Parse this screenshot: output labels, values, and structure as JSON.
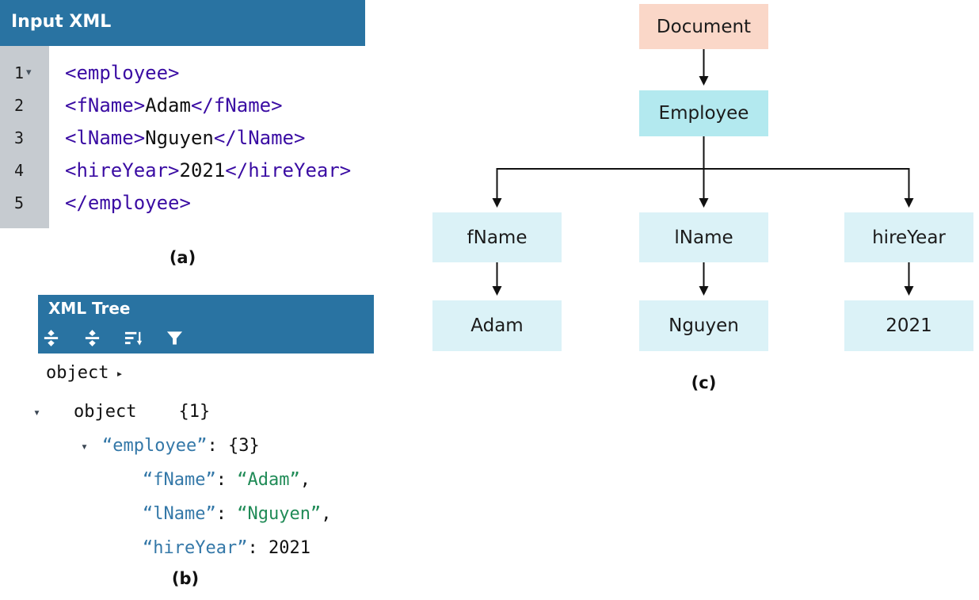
{
  "panel_a": {
    "title": "Input XML",
    "label": "(a)",
    "code_lines": [
      {
        "num": "1",
        "has_caret": true,
        "segments": [
          {
            "text": "<employee>",
            "color": "tag"
          }
        ]
      },
      {
        "num": "2",
        "has_caret": false,
        "segments": [
          {
            "text": "<fName>",
            "color": "tag"
          },
          {
            "text": "Adam",
            "color": "plain"
          },
          {
            "text": "</fName>",
            "color": "tag"
          }
        ]
      },
      {
        "num": "3",
        "has_caret": false,
        "segments": [
          {
            "text": "<lName>",
            "color": "tag"
          },
          {
            "text": "Nguyen",
            "color": "plain"
          },
          {
            "text": "</lName>",
            "color": "tag"
          }
        ]
      },
      {
        "num": "4",
        "has_caret": false,
        "segments": [
          {
            "text": "<hireYear>",
            "color": "tag"
          },
          {
            "text": "2021",
            "color": "plain"
          },
          {
            "text": "</hireYear>",
            "color": "tag"
          }
        ]
      },
      {
        "num": "5",
        "has_caret": false,
        "segments": [
          {
            "text": "</employee>",
            "color": "tag"
          }
        ]
      }
    ]
  },
  "panel_b": {
    "title": "XML Tree",
    "label": "(b)",
    "toolbar_icons": [
      "expand-all",
      "collapse-all",
      "sort-descending",
      "filter"
    ],
    "tree_rows": [
      {
        "cls": "row-root",
        "caret": "right",
        "caret_position": "after",
        "segments": [
          {
            "text": "object",
            "color": "plain"
          }
        ]
      },
      {
        "cls": "row-l1",
        "caret": "down",
        "segments": [
          {
            "text": "object    ",
            "color": "plain"
          },
          {
            "text": "{1}",
            "color": "plain"
          }
        ]
      },
      {
        "cls": "row-l2",
        "caret": "down",
        "segments": [
          {
            "text": "“employee”",
            "color": "key"
          },
          {
            "text": ": ",
            "color": "plain"
          },
          {
            "text": "{3}",
            "color": "plain"
          }
        ]
      },
      {
        "cls": "row-l3",
        "segments": [
          {
            "text": "“fName”",
            "color": "key"
          },
          {
            "text": ": ",
            "color": "plain"
          },
          {
            "text": "“Adam”",
            "color": "value"
          },
          {
            "text": ",",
            "color": "plain"
          }
        ]
      },
      {
        "cls": "row-l3",
        "segments": [
          {
            "text": "“lName”",
            "color": "key"
          },
          {
            "text": ": ",
            "color": "plain"
          },
          {
            "text": "“Nguyen”",
            "color": "value"
          },
          {
            "text": ",",
            "color": "plain"
          }
        ]
      },
      {
        "cls": "row-l3",
        "segments": [
          {
            "text": "“hireYear”",
            "color": "key"
          },
          {
            "text": ": ",
            "color": "plain"
          },
          {
            "text": "2021",
            "color": "plain"
          }
        ]
      }
    ]
  },
  "diagram": {
    "label": "(c)",
    "nodes": {
      "document": {
        "label": "Document"
      },
      "employee": {
        "label": "Employee"
      },
      "fname": {
        "label": "fName"
      },
      "lname": {
        "label": "lName"
      },
      "hireyear": {
        "label": "hireYear"
      },
      "adam": {
        "label": "Adam"
      },
      "nguyen": {
        "label": "Nguyen"
      },
      "year2021": {
        "label": "2021"
      }
    }
  },
  "colors": {
    "header_bg": "#2973A2",
    "gutter_bg": "#C6CBD0",
    "xml_tag": "#3A0CA3",
    "plain_text": "#111111",
    "tree_key": "#3478A8",
    "tree_value": "#208B57",
    "node_document_bg": "#FAD7C8",
    "node_employee_bg": "#B3E9EF",
    "node_leaf_bg": "#DBF2F7",
    "arrow": "#111111"
  }
}
